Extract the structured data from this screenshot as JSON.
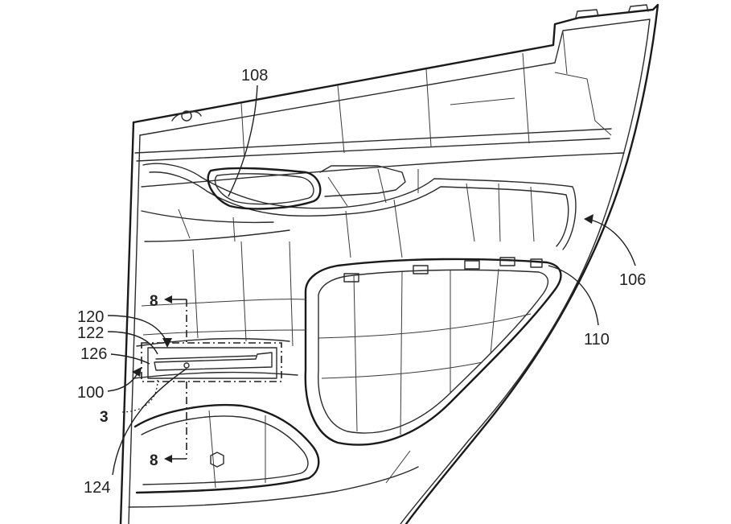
{
  "figure": {
    "reference_numerals": {
      "n108": "108",
      "n106": "106",
      "n110": "110",
      "n120": "120",
      "n122": "122",
      "n126": "126",
      "n100": "100",
      "n124": "124"
    },
    "section_labels": {
      "top": "8",
      "bottom": "8",
      "detail": "3"
    },
    "colors": {
      "line": "#2b2b2b",
      "background": "#ffffff"
    }
  }
}
